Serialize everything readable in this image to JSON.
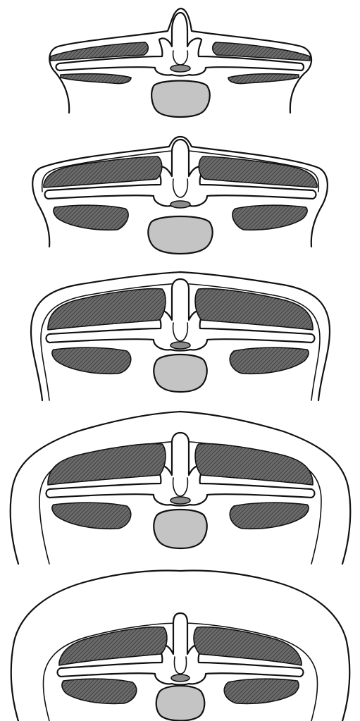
{
  "figure": {
    "panels": [
      {
        "id": "stage-1"
      },
      {
        "id": "stage-2"
      },
      {
        "id": "stage-3"
      },
      {
        "id": "stage-4"
      },
      {
        "id": "stage-5"
      }
    ]
  },
  "colors": {
    "background": "#ffffff",
    "line": "#111111",
    "muscle_fill": "#6b6b6b",
    "vertebral_body_fill": "#c4c4c4",
    "spinal_cord_fill": "#8a8a8a"
  }
}
